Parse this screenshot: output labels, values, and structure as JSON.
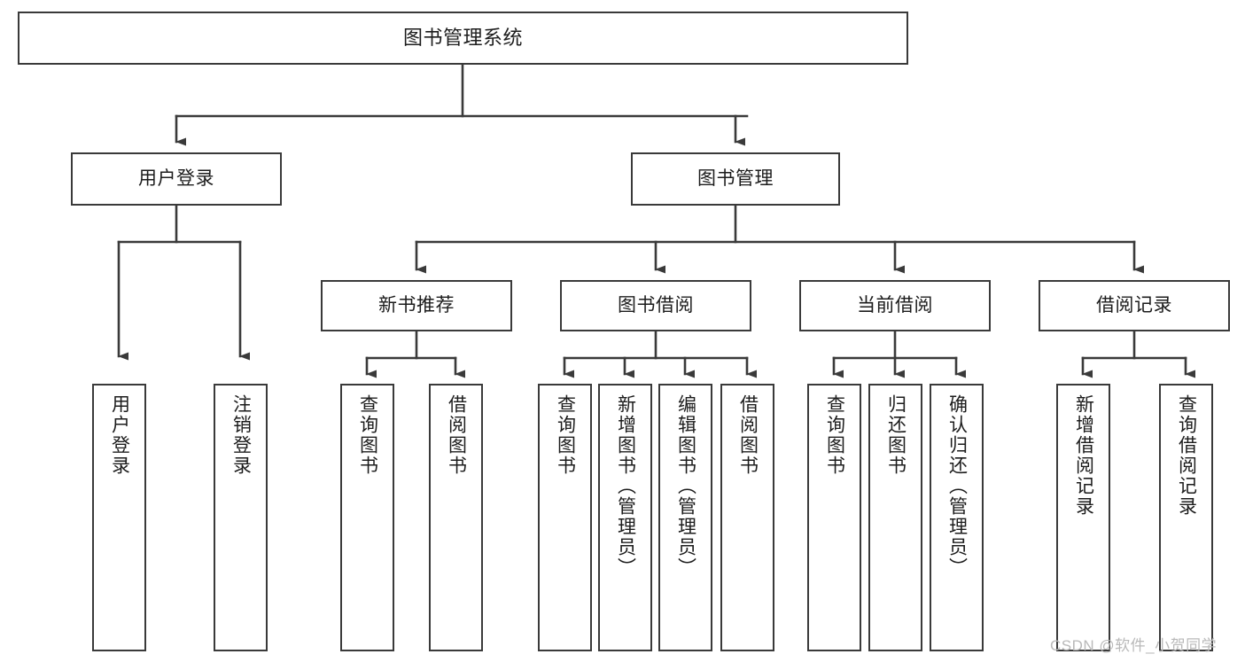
{
  "diagram": {
    "type": "tree-hierarchy-chart",
    "title": "图书管理系统",
    "orientation": "top-down",
    "colors": {
      "box_border": "#3a3a3a",
      "box_fill": "#ffffff",
      "connector": "#3a3a3a",
      "text": "#1c1c1c",
      "watermark": "#b9b9b9",
      "background": "#ffffff"
    },
    "levels": {
      "root": {
        "label": "图书管理系统"
      },
      "level2": [
        {
          "id": "user-login",
          "label": "用户登录"
        },
        {
          "id": "book-manage",
          "label": "图书管理"
        }
      ],
      "level3": [
        {
          "id": "new-book-rec",
          "label": "新书推荐",
          "parent": "book-manage"
        },
        {
          "id": "book-borrow",
          "label": "图书借阅",
          "parent": "book-manage"
        },
        {
          "id": "current-borrow",
          "label": "当前借阅",
          "parent": "book-manage"
        },
        {
          "id": "borrow-record",
          "label": "借阅记录",
          "parent": "book-manage"
        }
      ],
      "leaves": [
        {
          "id": "leaf-user-login",
          "label": "用户登录",
          "parent": "user-login"
        },
        {
          "id": "leaf-logout",
          "label": "注销登录",
          "parent": "user-login"
        },
        {
          "id": "leaf-query-book-1",
          "label": "查询图书",
          "parent": "new-book-rec"
        },
        {
          "id": "leaf-borrow-book-1",
          "label": "借阅图书",
          "parent": "new-book-rec"
        },
        {
          "id": "leaf-query-book-2",
          "label": "查询图书",
          "parent": "book-borrow"
        },
        {
          "id": "leaf-add-book",
          "label": "新增图书（管理员）",
          "parent": "book-borrow"
        },
        {
          "id": "leaf-edit-book",
          "label": "编辑图书（管理员）",
          "parent": "book-borrow"
        },
        {
          "id": "leaf-borrow-book-2",
          "label": "借阅图书",
          "parent": "book-borrow"
        },
        {
          "id": "leaf-query-book-3",
          "label": "查询图书",
          "parent": "current-borrow"
        },
        {
          "id": "leaf-return-book",
          "label": "归还图书",
          "parent": "current-borrow"
        },
        {
          "id": "leaf-confirm-return",
          "label": "确认归还（管理员）",
          "parent": "current-borrow"
        },
        {
          "id": "leaf-add-record",
          "label": "新增借阅记录",
          "parent": "borrow-record"
        },
        {
          "id": "leaf-query-record",
          "label": "查询借阅记录",
          "parent": "borrow-record"
        }
      ]
    }
  },
  "watermark": {
    "text": "CSDN @软件_小贺同学"
  }
}
